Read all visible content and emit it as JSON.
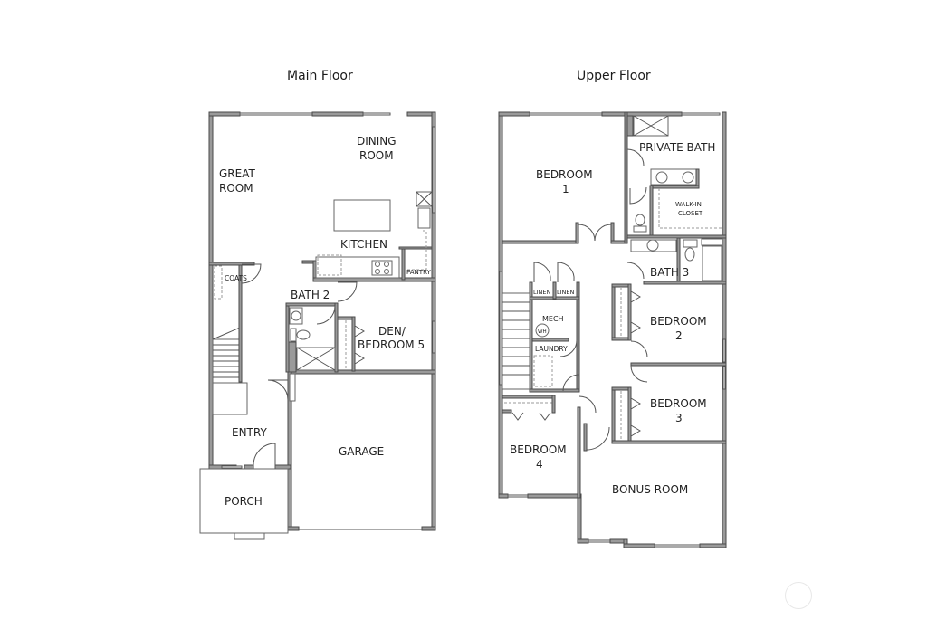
{
  "floors": [
    {
      "title": "Main Floor",
      "rooms": {
        "great_room": [
          "GREAT",
          "ROOM"
        ],
        "dining_room": [
          "DINING",
          "ROOM"
        ],
        "kitchen": "KITCHEN",
        "pantry": "PANTRY",
        "coats": "COATS",
        "bath2": "BATH 2",
        "den": [
          "DEN/",
          "BEDROOM 5"
        ],
        "entry": "ENTRY",
        "garage": "GARAGE",
        "porch": "PORCH"
      }
    },
    {
      "title": "Upper Floor",
      "rooms": {
        "bedroom1": [
          "BEDROOM",
          "1"
        ],
        "private_bath": "PRIVATE BATH",
        "walk_in_closet": [
          "WALK-IN",
          "CLOSET"
        ],
        "bath3": "BATH 3",
        "linen1": "LINEN",
        "linen2": "LINEN",
        "mech": "MECH",
        "wh": "WH",
        "laundry": "LAUNDRY",
        "bedroom2": [
          "BEDROOM",
          "2"
        ],
        "bedroom3": [
          "BEDROOM",
          "3"
        ],
        "bedroom4": [
          "BEDROOM",
          "4"
        ],
        "bonus_room": "BONUS ROOM"
      }
    }
  ],
  "colors": {
    "wall_fill": "#9a9a9a",
    "wall_stroke": "#4a4a4a",
    "text": "#222222",
    "background": "#ffffff"
  }
}
